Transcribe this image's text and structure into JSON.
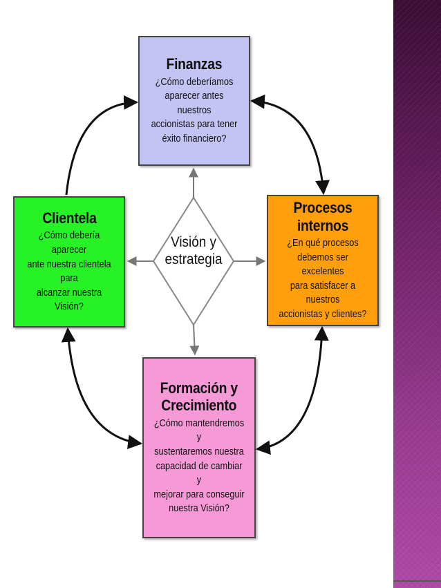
{
  "diagram": {
    "center": {
      "line1": "Visión y",
      "line2": "estrategia"
    },
    "boxes": {
      "finanzas": {
        "title": "Finanzas",
        "question_lines": [
          "¿Cómo deberíamos",
          "aparecer antes nuestros",
          "accionistas para tener",
          "éxito financiero?"
        ],
        "color": "#c4c4f4"
      },
      "clientela": {
        "title": "Clientela",
        "question_lines": [
          "¿Cómo debería aparecer",
          "ante nuestra clientela para",
          "alcanzar nuestra Visión?"
        ],
        "color": "#26f226"
      },
      "procesos": {
        "title": "Procesos internos",
        "question_lines": [
          "¿En qué procesos",
          "debemos ser excelentes",
          "para satisfacer a nuestros",
          "accionistas y clientes?"
        ],
        "color": "#ff9f0e"
      },
      "formacion": {
        "title_lines": [
          "Formación y",
          "Crecimiento"
        ],
        "question_lines": [
          "¿Cómo mantendremos y",
          "sustentaremos nuestra",
          "capacidad de cambiar y",
          "mejorar para conseguir",
          "nuestra Visión?"
        ],
        "color": "#f59ad6"
      }
    },
    "side_strip_color": "#6a1f63"
  }
}
